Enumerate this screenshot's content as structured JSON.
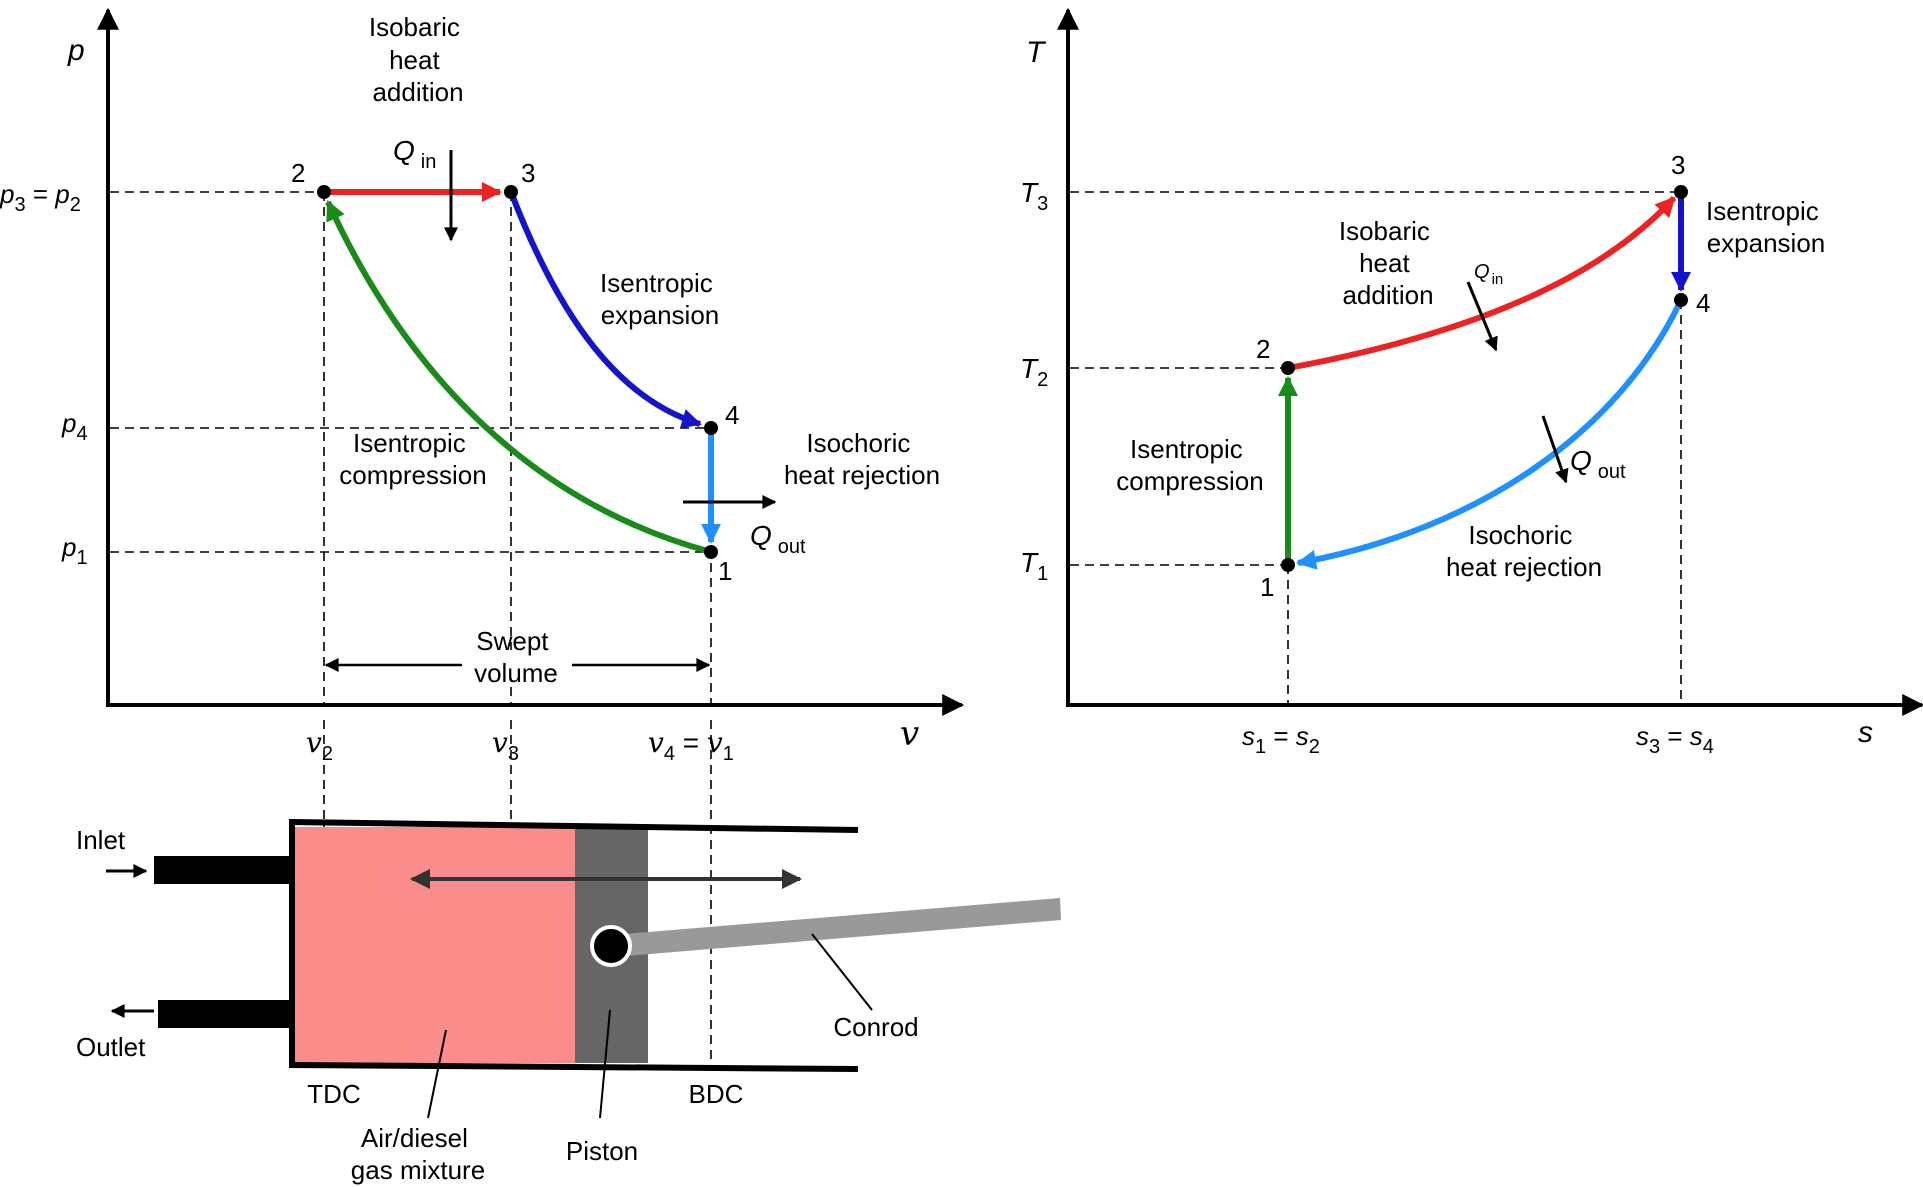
{
  "colors": {
    "compression": "#1a8a1a",
    "heat_addition": "#ee2222",
    "expansion": "#1414cc",
    "heat_rejection": "#1e90ff",
    "gas_mixture": "#fa8c8c",
    "piston": "#666666",
    "conrod": "#999999",
    "axis": "#000000"
  },
  "pv_diagram": {
    "y_axis_label": "p",
    "x_axis_label": "v",
    "ticks": {
      "p3_eq_p2": {
        "a": "p",
        "a_sub": "3",
        "eq": " = ",
        "b": "p",
        "b_sub": "2"
      },
      "p4": {
        "a": "p",
        "a_sub": "4"
      },
      "p1": {
        "a": "p",
        "a_sub": "1"
      },
      "v2": {
        "a": "v",
        "a_sub": "2"
      },
      "v3": {
        "a": "v",
        "a_sub": "3"
      },
      "v4_eq_v1": {
        "a": "v",
        "a_sub": "4",
        "eq": " = ",
        "b": "v",
        "b_sub": "1"
      }
    },
    "points": {
      "p1": "1",
      "p2": "2",
      "p3": "3",
      "p4": "4"
    },
    "process_labels": {
      "isobaric": [
        "Isobaric",
        "heat",
        "addition"
      ],
      "isentropic_expansion": [
        "Isentropic",
        "expansion"
      ],
      "isentropic_compression": [
        "Isentropic",
        "compression"
      ],
      "isochoric": [
        "Isochoric",
        "heat rejection"
      ]
    },
    "q_in": {
      "main": "Q",
      "sub": "in"
    },
    "q_out": {
      "main": "Q",
      "sub": "out"
    },
    "swept_volume": [
      "Swept",
      "volume"
    ]
  },
  "ts_diagram": {
    "y_axis_label": "T",
    "x_axis_label": "s",
    "ticks": {
      "T3": {
        "a": "T",
        "a_sub": "3"
      },
      "T2": {
        "a": "T",
        "a_sub": "2"
      },
      "T1": {
        "a": "T",
        "a_sub": "1"
      },
      "s1_eq_s2": {
        "a": "s",
        "a_sub": "1",
        "eq": " = ",
        "b": "s",
        "b_sub": "2"
      },
      "s3_eq_s4": {
        "a": "s",
        "a_sub": "3",
        "eq": " = ",
        "b": "s",
        "b_sub": "4"
      }
    },
    "points": {
      "p1": "1",
      "p2": "2",
      "p3": "3",
      "p4": "4"
    },
    "process_labels": {
      "isobaric": [
        "Isobaric",
        "heat",
        "addition"
      ],
      "isentropic_expansion": [
        "Isentropic",
        "expansion"
      ],
      "isentropic_compression": [
        "Isentropic",
        "compression"
      ],
      "isochoric": [
        "Isochoric",
        "heat rejection"
      ]
    },
    "q_in": {
      "main": "Q",
      "sub": "in"
    },
    "q_out": {
      "main": "Q",
      "sub": "out"
    }
  },
  "engine": {
    "inlet": "Inlet",
    "outlet": "Outlet",
    "tdc": "TDC",
    "bdc": "BDC",
    "mixture": [
      "Air/diesel",
      "gas mixture"
    ],
    "piston": "Piston",
    "conrod": "Conrod"
  }
}
